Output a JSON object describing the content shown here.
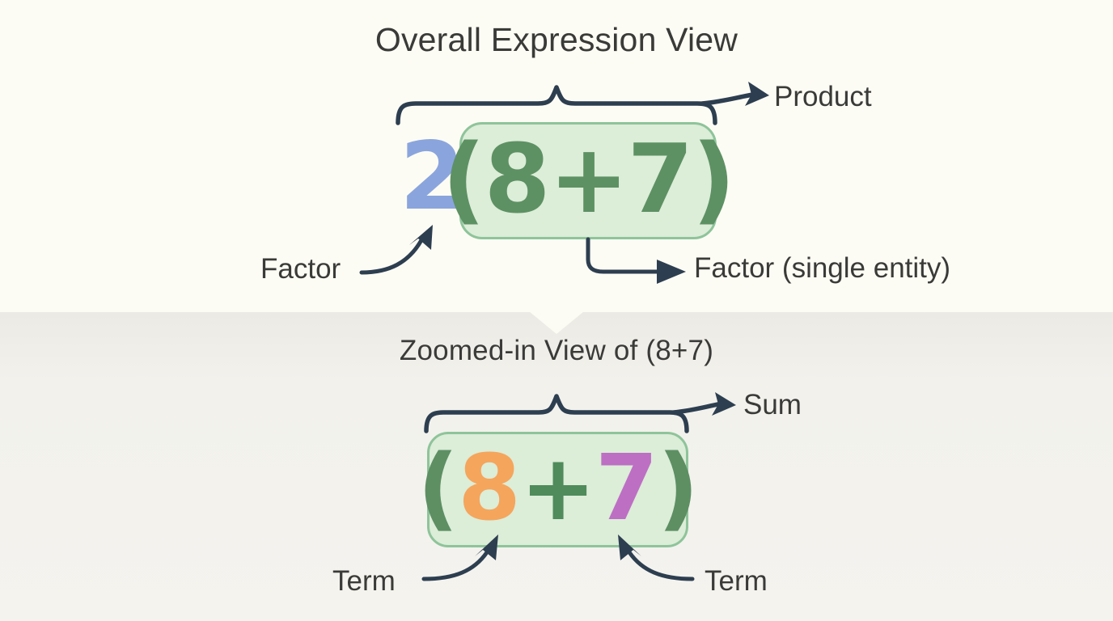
{
  "panels": {
    "top": {
      "heading": "Overall Expression View",
      "expression": {
        "coefficient": "2",
        "grouped": "(8+7)"
      },
      "labels": {
        "product": "Product",
        "factor_left": "Factor",
        "factor_right": "Factor (single entity)"
      }
    },
    "bottom": {
      "heading": "Zoomed-in View of (8+7)",
      "expression": {
        "open_paren": "(",
        "term_left": "8",
        "operator": "+",
        "term_right": "7",
        "close_paren": ")"
      },
      "labels": {
        "sum": "Sum",
        "term_left": "Term",
        "term_right": "Term"
      }
    }
  },
  "colors": {
    "panel_top_background": "#fdfcf4",
    "panel_bottom_background": "#f2f1ec",
    "box_fill": "#dcedd8",
    "box_border": "#8ec49a",
    "coefficient": "#8aa5dd",
    "grouped_expression": "#5d9163",
    "term_eight": "#f5a55c",
    "term_seven": "#bd6fc4",
    "operator": "#4f8b5b",
    "annotation": "#2d3e50",
    "text": "#3a3a38"
  },
  "icons": {
    "panel_notch": "triangle-down-icon",
    "product_brace": "curly-brace-icon",
    "sum_brace": "curly-brace-icon",
    "factor_left_arrow": "curved-arrow-up-right-icon",
    "factor_right_arrow": "elbow-arrow-right-icon",
    "term_left_arrow": "curved-arrow-up-right-icon",
    "term_right_arrow": "curved-arrow-up-left-icon"
  }
}
